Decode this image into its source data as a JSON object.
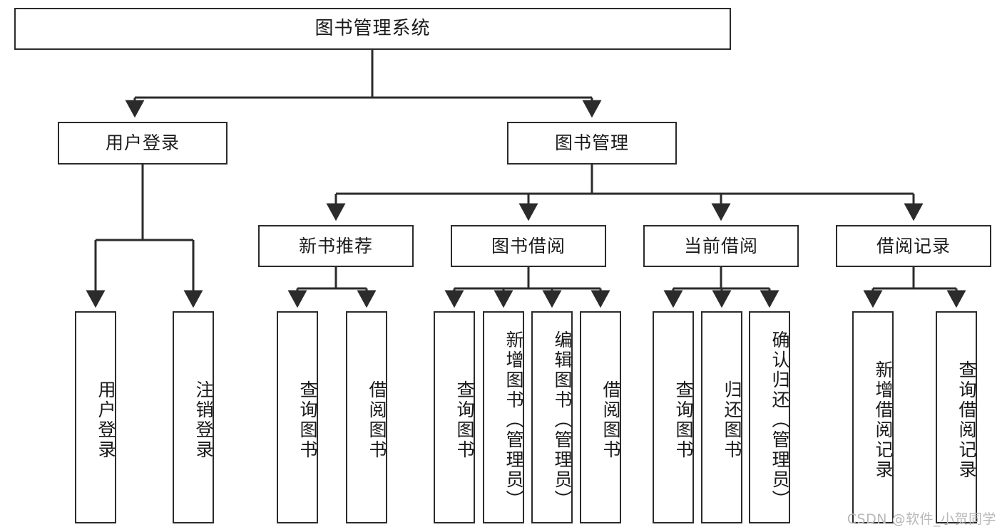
{
  "diagram": {
    "type": "tree",
    "orientation": "top-down",
    "title": "图书管理系统",
    "colors": {
      "node_border": "#2b2b2b",
      "node_fill": "#ffffff",
      "edge": "#2b2b2b",
      "text": "#1a1a1a",
      "watermark": "#b8b8b8",
      "background": "#ffffff"
    },
    "watermark": "CSDN @软件_小贺同学",
    "nodes": {
      "root": {
        "label": "图书管理系统",
        "level": 0
      },
      "l1": [
        {
          "id": "user_login",
          "label": "用户登录"
        },
        {
          "id": "book_mgmt",
          "label": "图书管理"
        }
      ],
      "l2": [
        {
          "id": "new_book_rec",
          "label": "新书推荐",
          "parent": "book_mgmt"
        },
        {
          "id": "book_borrow",
          "label": "图书借阅",
          "parent": "book_mgmt"
        },
        {
          "id": "current_borrow",
          "label": "当前借阅",
          "parent": "book_mgmt"
        },
        {
          "id": "borrow_record",
          "label": "借阅记录",
          "parent": "book_mgmt"
        }
      ],
      "leaves": [
        {
          "id": "leaf_user_login",
          "label": "用户登录",
          "parent": "user_login"
        },
        {
          "id": "leaf_logout",
          "label": "注销登录",
          "parent": "user_login"
        },
        {
          "id": "leaf_query_book_1",
          "label": "查询图书",
          "parent": "new_book_rec"
        },
        {
          "id": "leaf_borrow_book_1",
          "label": "借阅图书",
          "parent": "new_book_rec"
        },
        {
          "id": "leaf_query_book_2",
          "label": "查询图书",
          "parent": "book_borrow"
        },
        {
          "id": "leaf_add_book",
          "label": "新增图书（管理员）",
          "parent": "book_borrow"
        },
        {
          "id": "leaf_edit_book",
          "label": "编辑图书（管理员）",
          "parent": "book_borrow"
        },
        {
          "id": "leaf_borrow_book_2",
          "label": "借阅图书",
          "parent": "book_borrow"
        },
        {
          "id": "leaf_query_book_3",
          "label": "查询图书",
          "parent": "current_borrow"
        },
        {
          "id": "leaf_return_book",
          "label": "归还图书",
          "parent": "current_borrow"
        },
        {
          "id": "leaf_confirm_return",
          "label": "确认归还（管理员）",
          "parent": "current_borrow"
        },
        {
          "id": "leaf_add_record",
          "label": "新增借阅记录",
          "parent": "borrow_record"
        },
        {
          "id": "leaf_query_record",
          "label": "查询借阅记录",
          "parent": "borrow_record"
        }
      ]
    }
  }
}
